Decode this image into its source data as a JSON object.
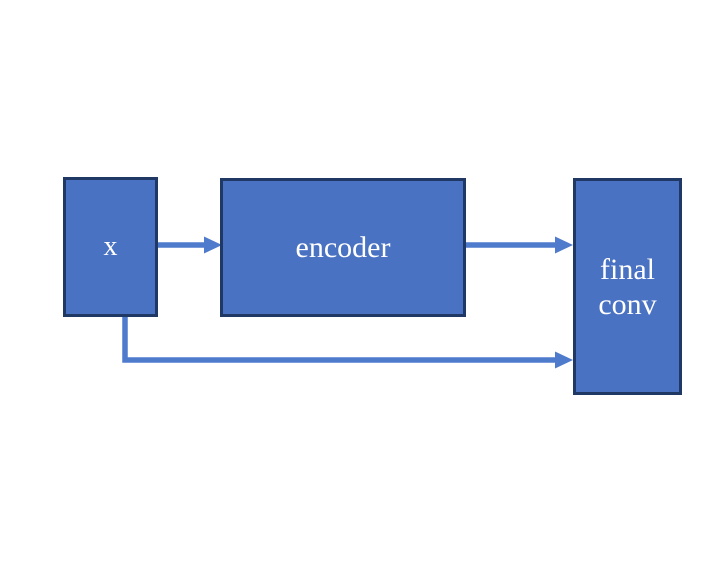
{
  "diagram": {
    "title": "encoder skip-connection diagram",
    "colors": {
      "background": "#ffffff",
      "node_fill": "#4a72c2",
      "node_border": "#1f3864",
      "arrow": "#4f7bcd",
      "text": "#ffffff"
    },
    "nodes": {
      "input": {
        "label": "x"
      },
      "encoder": {
        "label": "encoder"
      },
      "final_conv": {
        "label": "final\nconv"
      }
    },
    "arrows": [
      {
        "name": "x-to-encoder",
        "from": "input",
        "to": "encoder"
      },
      {
        "name": "encoder-to-final-conv",
        "from": "encoder",
        "to": "final_conv"
      },
      {
        "name": "x-skip-to-final-conv",
        "from": "input",
        "to": "final_conv"
      }
    ]
  }
}
